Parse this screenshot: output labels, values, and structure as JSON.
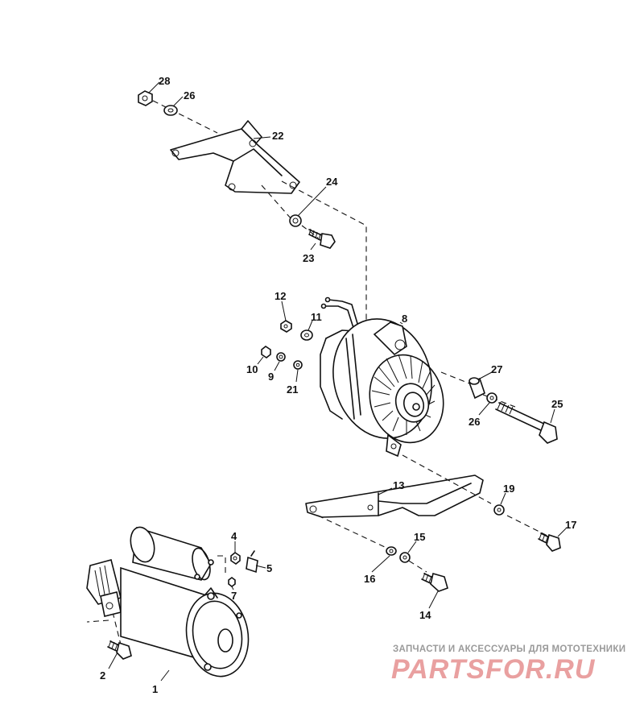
{
  "diagram": {
    "callouts": [
      "1",
      "2",
      "4",
      "5",
      "7",
      "8",
      "9",
      "10",
      "11",
      "12",
      "13",
      "14",
      "15",
      "16",
      "17",
      "19",
      "21",
      "22",
      "23",
      "24",
      "25",
      "26",
      "26",
      "27",
      "28"
    ]
  },
  "watermark": {
    "caption": "ЗАПЧАСТИ И АКСЕССУАРЫ ДЛЯ МОТОТЕХНИКИ",
    "logo": "PARTSFOR.RU",
    "logo_color": "#e9a0a0",
    "caption_color": "#9a9a9a"
  }
}
